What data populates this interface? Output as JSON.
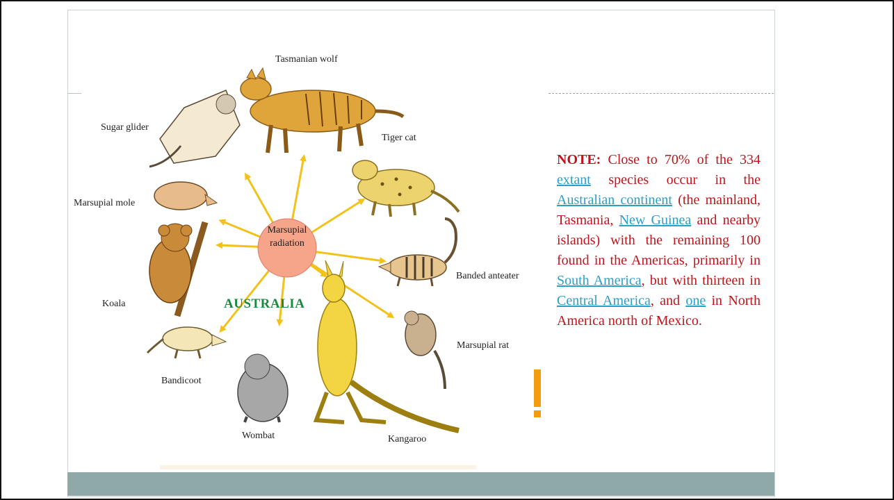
{
  "diagram": {
    "hub": [
      "Marsupial",
      "radiation"
    ],
    "region": "AUSTRALIA",
    "animals": [
      {
        "key": "tasmanian-wolf",
        "label": "Tasmanian wolf"
      },
      {
        "key": "tiger-cat",
        "label": "Tiger cat"
      },
      {
        "key": "banded-anteater",
        "label": "Banded anteater"
      },
      {
        "key": "marsupial-rat",
        "label": "Marsupial rat"
      },
      {
        "key": "kangaroo",
        "label": "Kangaroo"
      },
      {
        "key": "wombat",
        "label": "Wombat"
      },
      {
        "key": "bandicoot",
        "label": "Bandicoot"
      },
      {
        "key": "koala",
        "label": "Koala"
      },
      {
        "key": "marsupial-mole",
        "label": "Marsupial mole"
      },
      {
        "key": "sugar-glider",
        "label": "Sugar glider"
      }
    ]
  },
  "note": {
    "heading": "NOTE:",
    "t1": " Close to 70% of the 334 ",
    "l1": "extant",
    "t2": " species occur in the ",
    "l2": "Australian continent",
    "t3": " (the mainland, Tasmania, ",
    "l3": "New Guinea",
    "t4": " and nearby islands) with the remaining 100 found in the Americas, primarily in ",
    "l4": "South America",
    "t5": ", but with thirteen in ",
    "l5": "Central America",
    "t6": ", and ",
    "l6": "one",
    "t7": " in North America north of Mexico."
  },
  "colors": {
    "note_text": "#c0141c",
    "note_link": "#2a9fc7",
    "region_label": "#1a8a3e",
    "arrow": "#f2c21b",
    "hub_fill": "#f6a48a",
    "footer_bar": "#8fa9a9",
    "accent": "#f39c12"
  },
  "icons": [
    "exclamation-icon"
  ]
}
